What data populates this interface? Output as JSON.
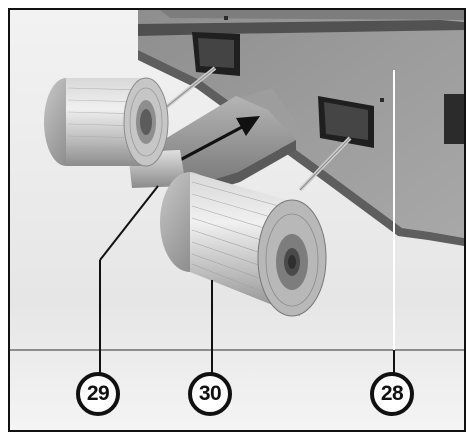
{
  "figure": {
    "callouts": [
      {
        "id": "29",
        "label": "29"
      },
      {
        "id": "30",
        "label": "30"
      },
      {
        "id": "28",
        "label": "28"
      }
    ]
  }
}
